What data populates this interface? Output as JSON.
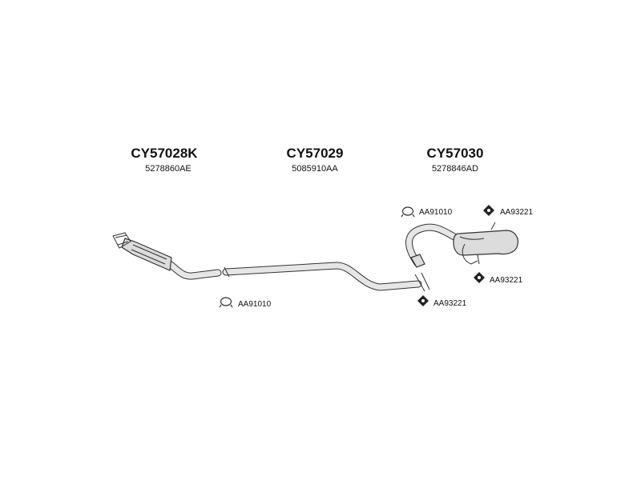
{
  "parts": [
    {
      "code": "CY57028K",
      "oem": "5278860AE"
    },
    {
      "code": "CY57029",
      "oem": "5085910AA"
    },
    {
      "code": "CY57030",
      "oem": "5278846AD"
    }
  ],
  "accessories": [
    {
      "code": "AA91010",
      "icon": "clamp-icon"
    },
    {
      "code": "AA93221",
      "icon": "rubber-mount-icon"
    },
    {
      "code": "AA93221",
      "icon": "rubber-mount-icon"
    },
    {
      "code": "AA91010",
      "icon": "clamp-icon"
    },
    {
      "code": "AA93221",
      "icon": "rubber-mount-icon"
    }
  ],
  "colors": {
    "line": "#333333",
    "fill": "#dcdcdc",
    "text": "#111111"
  }
}
